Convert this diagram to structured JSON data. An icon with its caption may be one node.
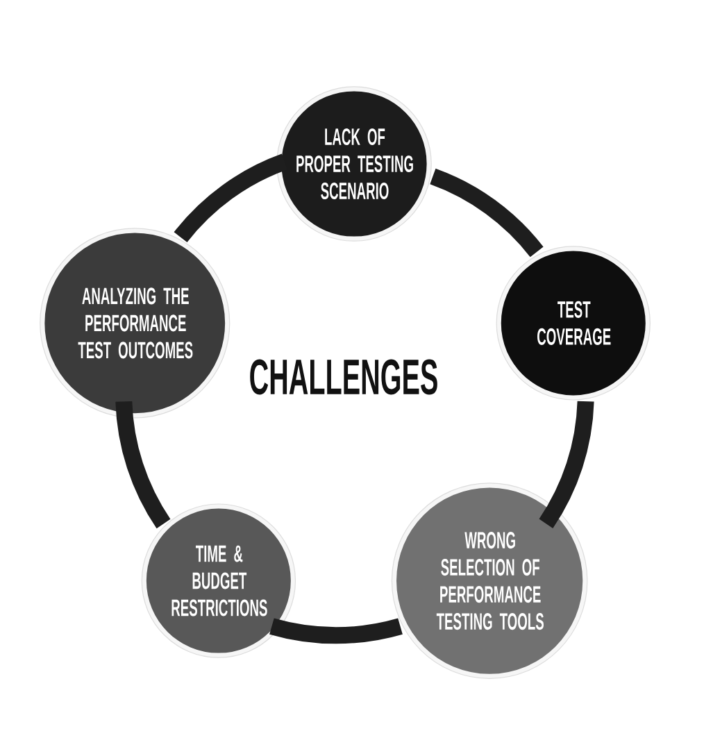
{
  "diagram": {
    "title": "CHALLENGES",
    "nodes": [
      {
        "text": [
          "LACK OF PROPER TESTING SCENARIO"
        ]
      },
      {
        "text": [
          "ANALYZING THE PERFORMANCE TEST OUTCOMES"
        ]
      },
      {
        "text": [
          "TEST COVERAGE"
        ]
      },
      {
        "text": [
          "TIME & BUDGET RESTRICTIONS"
        ]
      },
      {
        "text": [
          "WRONG SELECTION OF PERFORMANCE TESTING TOOLS"
        ]
      }
    ],
    "edges": [
      {
        "from": 0,
        "to": 2,
        "arrow": "none"
      },
      {
        "from": 2,
        "to": 4,
        "arrow": "none"
      },
      {
        "from": 4,
        "to": 3,
        "arrow": "none"
      },
      {
        "from": 3,
        "to": 1,
        "arrow": "none"
      },
      {
        "from": 1,
        "to": 0,
        "arrow": "none"
      }
    ]
  }
}
